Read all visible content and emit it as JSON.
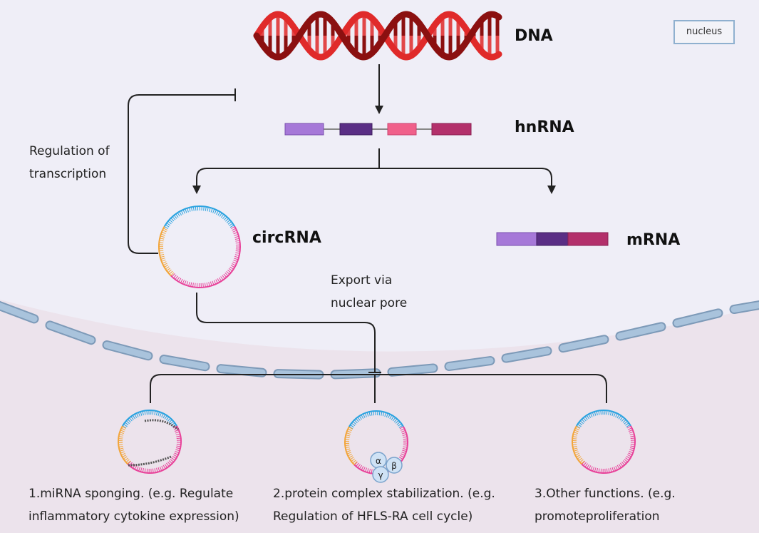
{
  "labels": {
    "dna": "DNA",
    "hnrna": "hnRNA",
    "circrna": "circRNA",
    "mrna": "mRNA",
    "nucleus": "nucleus",
    "regulation_line1": "Regulation of",
    "regulation_line2": "transcription",
    "export_line1": "Export via",
    "export_line2": "nuclear pore",
    "function1_line1": "1.miRNA sponging. (e.g. Regulate",
    "function1_line2": "inflammatory cytokine expression)",
    "function2_line1": "2.protein complex stabilization. (e.g.",
    "function2_line2": "Regulation of HFLS-RA cell cycle)",
    "function3_line1": "3.Other functions. (e.g.",
    "function3_line2": "promoteproliferation"
  },
  "protein_subunits": [
    "α",
    "β",
    "γ"
  ],
  "colors": {
    "nucleus_bg": "#efeef7",
    "cytoplasm_bg": "#ece3ec",
    "dna_dark": "#8b1010",
    "dna_light": "#e02a2a",
    "exon1": "#a678d8",
    "exon2": "#5a2e85",
    "exon3": "#f0608a",
    "exon4": "#b3306b",
    "circ_pink": "#e8439a",
    "circ_blue": "#2ba3e0",
    "circ_orange": "#f2a53a",
    "membrane": "#a9c3dc",
    "protein": "#cfe2f5"
  }
}
